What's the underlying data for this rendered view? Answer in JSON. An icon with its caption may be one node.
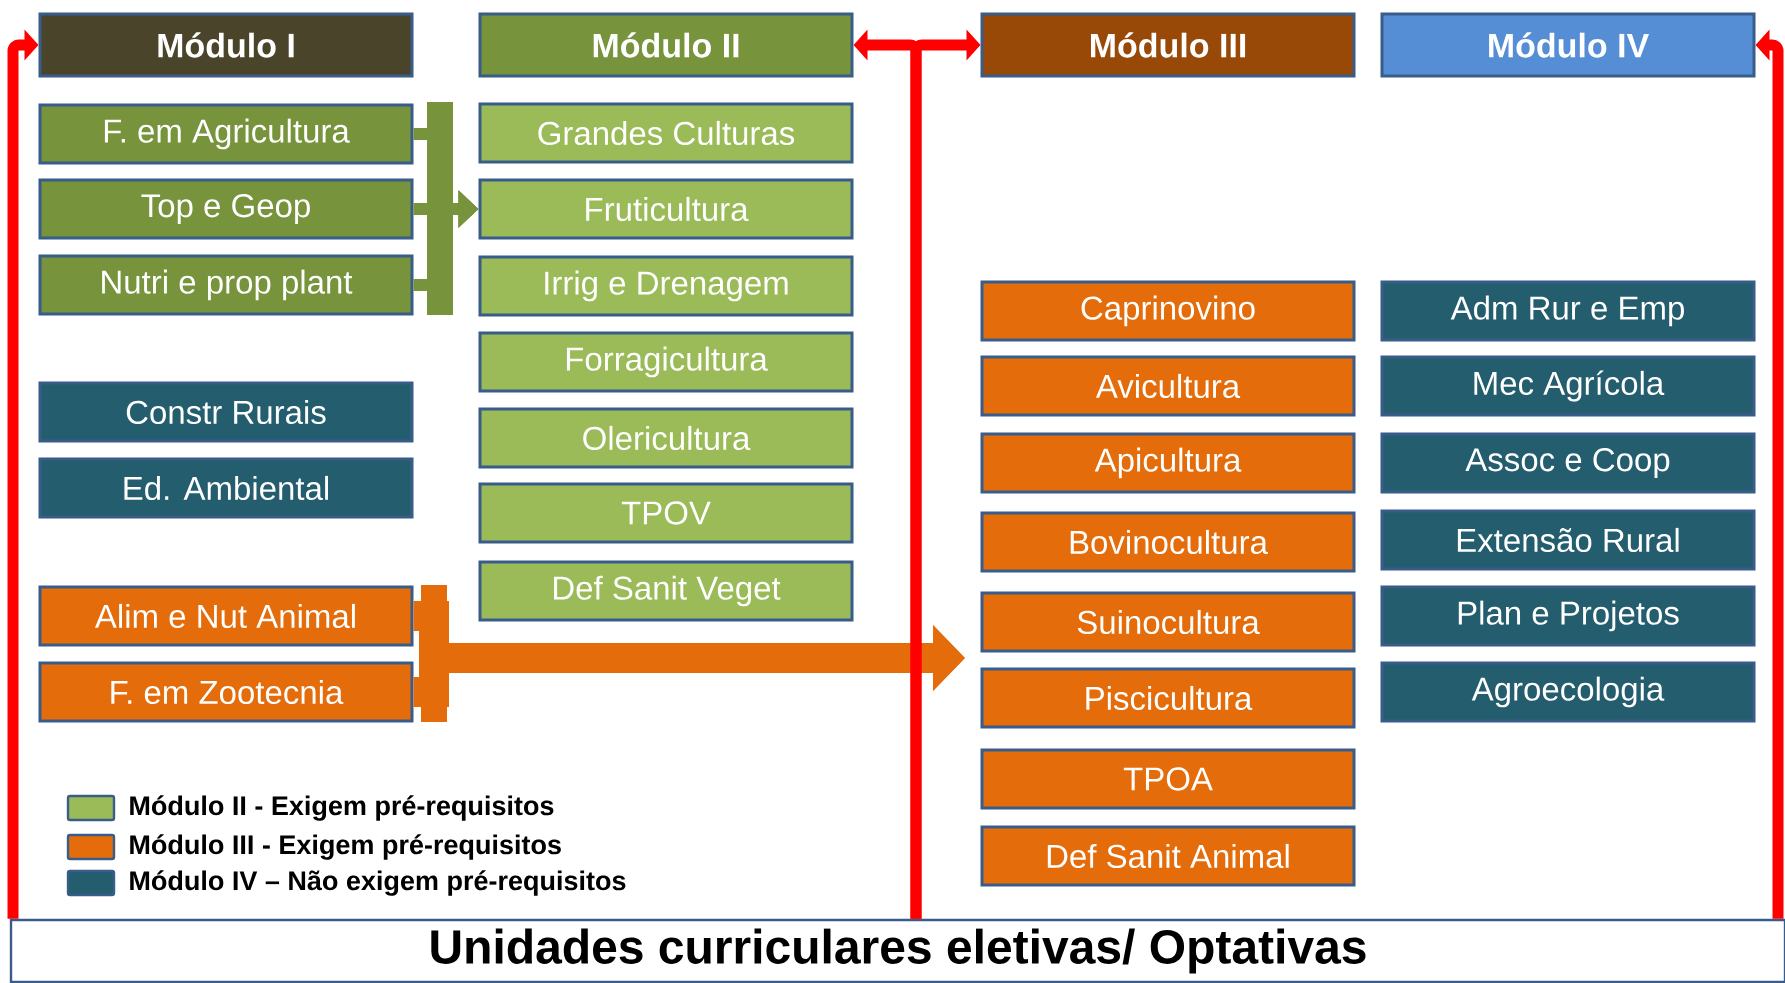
{
  "diagram": {
    "nodes": [
      {
        "text": [
          "Módulo I"
        ]
      },
      {
        "text": [
          "Módulo II"
        ]
      },
      {
        "text": [
          "Módulo III"
        ]
      },
      {
        "text": [
          "Módulo IV"
        ]
      },
      {
        "text": [
          "F. em Agricultura"
        ]
      },
      {
        "text": [
          "Top e Geop"
        ]
      },
      {
        "text": [
          "Nutri e prop plant"
        ]
      },
      {
        "text": [
          "Constr Rurais"
        ]
      },
      {
        "text": [
          "Ed. Ambiental"
        ]
      },
      {
        "text": [
          "Alim e Nut Animal"
        ]
      },
      {
        "text": [
          "F. em Zootecnia"
        ]
      },
      {
        "text": [
          "Grandes Culturas"
        ]
      },
      {
        "text": [
          "Fruticultura"
        ]
      },
      {
        "text": [
          "Irrig e Drenagem"
        ]
      },
      {
        "text": [
          "Forragicultura"
        ]
      },
      {
        "text": [
          "Olericultura"
        ]
      },
      {
        "text": [
          "TPOV"
        ]
      },
      {
        "text": [
          "Def Sanit Veget"
        ]
      },
      {
        "text": [
          "Caprinovino"
        ]
      },
      {
        "text": [
          "Avicultura"
        ]
      },
      {
        "text": [
          "Apicultura"
        ]
      },
      {
        "text": [
          "Bovinocultura"
        ]
      },
      {
        "text": [
          "Suinocultura"
        ]
      },
      {
        "text": [
          "Piscicultura"
        ]
      },
      {
        "text": [
          "TPOA"
        ]
      },
      {
        "text": [
          "Def Sanit Animal"
        ]
      },
      {
        "text": [
          "Adm Rur e Emp"
        ]
      },
      {
        "text": [
          "Mec Agrícola"
        ]
      },
      {
        "text": [
          "Assoc e Coop"
        ]
      },
      {
        "text": [
          "Extensão Rural"
        ]
      },
      {
        "text": [
          "Plan e Projetos"
        ]
      },
      {
        "text": [
          "Agroecologia"
        ]
      },
      {
        "text": [
          "Unidades curriculares eletivas/ Optativas"
        ]
      }
    ],
    "edges": [
      {
        "from": 32,
        "to": 0,
        "arrow": "to",
        "color": "#ff0000"
      },
      {
        "from": 32,
        "to": 1,
        "arrow": "to",
        "color": "#ff0000"
      },
      {
        "from": 32,
        "to": 2,
        "arrow": "to",
        "color": "#ff0000"
      },
      {
        "from": 32,
        "to": 3,
        "arrow": "to",
        "color": "#ff0000"
      },
      {
        "from": 4,
        "to": 12,
        "arrow": "to",
        "color": "#77933c"
      },
      {
        "from": 5,
        "to": 12,
        "arrow": "to",
        "color": "#77933c"
      },
      {
        "from": 6,
        "to": 12,
        "arrow": "to",
        "color": "#77933c"
      },
      {
        "from": 9,
        "to": null,
        "arrow": "to",
        "color": "#e46c0a",
        "style": "thick"
      },
      {
        "from": 10,
        "to": null,
        "arrow": "to",
        "color": "#e46c0a",
        "style": "thick"
      }
    ],
    "legend": [
      {
        "text": "Módulo II - Exigem pré-requisitos",
        "color": "#9bbb59"
      },
      {
        "text": "Módulo III - Exigem pré-requisitos",
        "color": "#e46c0a"
      },
      {
        "text": "Módulo IV – Não exigem pré-requisitos",
        "color": "#245e6e"
      }
    ]
  }
}
